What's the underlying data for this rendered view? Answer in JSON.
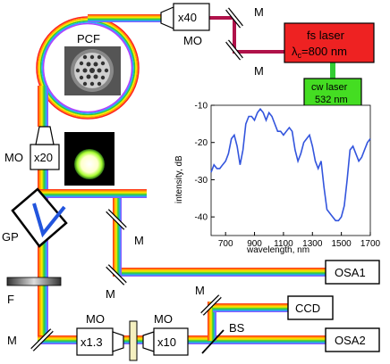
{
  "labels": {
    "pcf": "PCF",
    "mo_x40": "x40",
    "mo_top": "MO",
    "m_top1": "M",
    "m_top2": "M",
    "fs_laser_line1": "fs laser",
    "fs_laser_line2": "λ",
    "fs_laser_sub": "c",
    "fs_laser_line2b": "=800 nm",
    "cw_laser_line1": "cw laser",
    "cw_laser_line2": "532 nm",
    "mo_x20_label": "MO",
    "mo_x20": "x20",
    "gp": "GP",
    "m_mid1": "M",
    "m_mid2": "M",
    "f": "F",
    "osa1": "OSA1",
    "m_lower": "M",
    "ccd": "CCD",
    "bs": "BS",
    "osa2": "OSA2",
    "m_bottom": "M",
    "mo_x13_label": "MO",
    "mo_x13": "x1.3",
    "mo_x10_label": "MO",
    "mo_x10": "x10"
  },
  "colors": {
    "fs_laser": "#ee2222",
    "cw_laser": "#44dd22",
    "pump_beam": "#b0124a",
    "green_beam": "#33cc33",
    "curve": "#3355dd",
    "gp_beam": "#2255dd"
  },
  "chart_data": {
    "type": "line",
    "xlabel": "wavelength, nm",
    "ylabel": "intensity, dB",
    "xlim": [
      600,
      1700
    ],
    "ylim": [
      -45,
      -10
    ],
    "xticks": [
      "700",
      "900",
      "1100",
      "1300",
      "1500",
      "1700"
    ],
    "yticks": [
      "-10",
      "-20",
      "-30",
      "-40"
    ],
    "grid": false,
    "series": [
      {
        "x": [
          600,
          620,
          640,
          660,
          680,
          700,
          720,
          740,
          760,
          780,
          800,
          820,
          840,
          860,
          880,
          900,
          920,
          940,
          960,
          980,
          1000,
          1020,
          1040,
          1060,
          1080,
          1100,
          1120,
          1140,
          1160,
          1180,
          1200,
          1220,
          1240,
          1260,
          1280,
          1300,
          1320,
          1340,
          1360,
          1380,
          1400,
          1420,
          1440,
          1460,
          1480,
          1500,
          1520,
          1540,
          1560,
          1580,
          1600,
          1620,
          1640,
          1660,
          1680,
          1700
        ],
        "y": [
          -28,
          -26,
          -27,
          -27,
          -26,
          -25,
          -23,
          -19,
          -18,
          -21,
          -26,
          -22,
          -15,
          -13,
          -13,
          -14,
          -12,
          -11,
          -12,
          -14,
          -12,
          -13,
          -15,
          -17,
          -17,
          -18,
          -17,
          -16,
          -17,
          -22,
          -25,
          -23,
          -20,
          -19,
          -18,
          -21,
          -25,
          -27,
          -25,
          -32,
          -38,
          -39,
          -40,
          -41,
          -41,
          -40,
          -37,
          -30,
          -22,
          -21,
          -23,
          -25,
          -24,
          -22,
          -20,
          -19
        ]
      }
    ]
  }
}
